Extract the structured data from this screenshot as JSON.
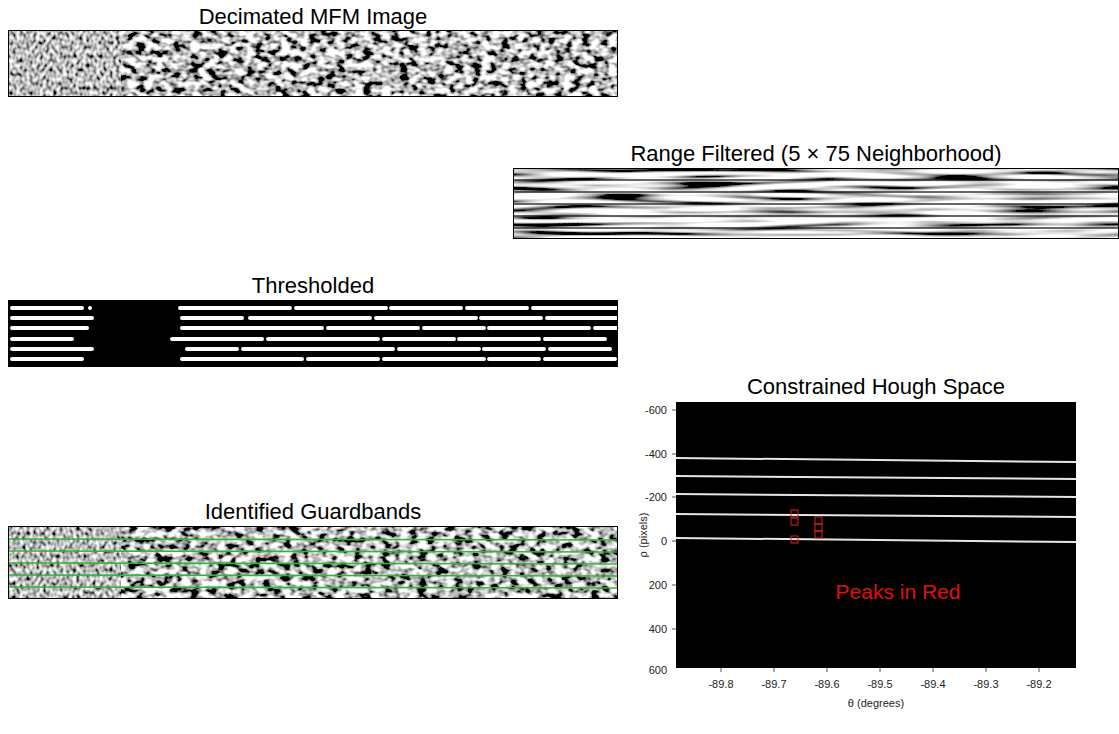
{
  "diagram": {
    "nodes": [
      {
        "text": [
          "Decimated MFM Image"
        ]
      },
      {
        "text": [
          "Range Filtered (5 × 75 Neighborhood)"
        ]
      },
      {
        "text": [
          "Thresholded"
        ]
      },
      {
        "text": [
          "Constrained Hough Space"
        ]
      },
      {
        "text": [
          "Identified Guardbands"
        ]
      }
    ],
    "labels": [
      "-600",
      "-400",
      "-200",
      "0",
      "200",
      "400",
      "600",
      "-89.8",
      "-89.7",
      "-89.6",
      "-89.5",
      "-89.4",
      "-89.3",
      "-89.2",
      "ρ (pixels)",
      "θ (degrees)",
      "Peaks in Red"
    ]
  }
}
